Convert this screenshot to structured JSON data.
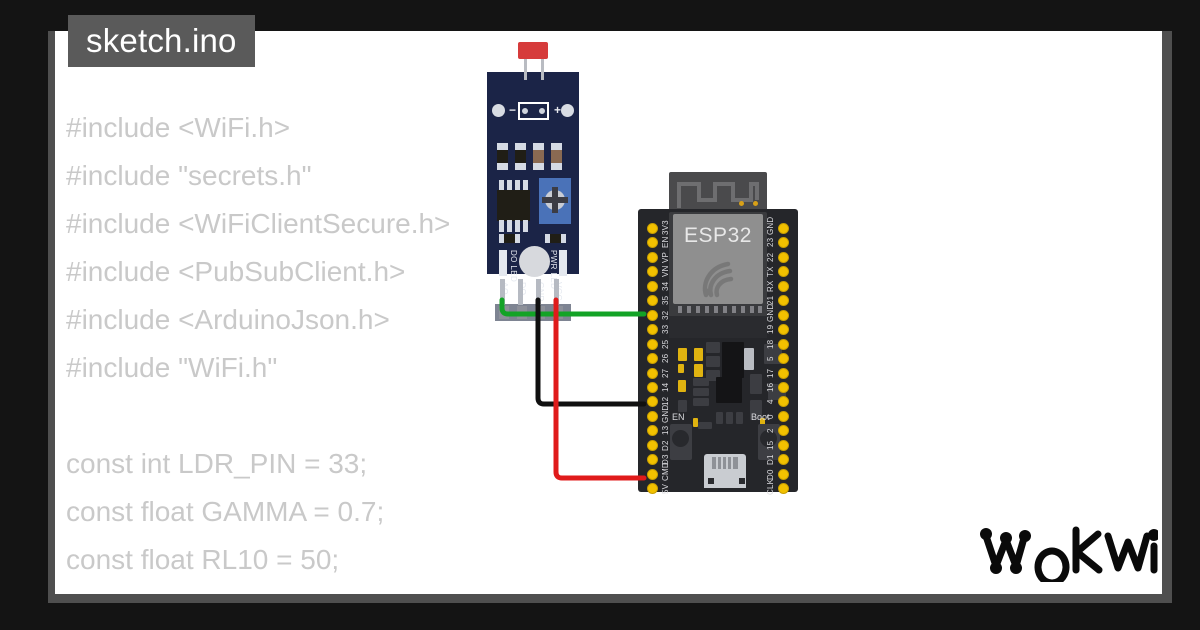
{
  "window": {
    "background_color": "#141414",
    "panel_color": "#ffffff",
    "panel_shadow_color": "#4f4f4f"
  },
  "tab": {
    "label": "sketch.ino",
    "background_color": "#5a5a5a",
    "text_color": "#ffffff"
  },
  "editor": {
    "text_color": "#c9c9c9",
    "lines": [
      "#include <WiFi.h>",
      "#include \"secrets.h\"",
      "#include <WiFiClientSecure.h>",
      "#include <PubSubClient.h>",
      "#include <ArduinoJson.h>",
      "#include \"WiFi.h\"",
      "",
      "const int LDR_PIN = 33;",
      "const float GAMMA = 0.7;",
      "const float RL10 = 50;"
    ]
  },
  "ldr_module": {
    "name": "ldr-photoresistor-module",
    "pcb_color": "#1b2447",
    "sensor_color": "#d63b3b",
    "pot_color": "#4a72b8",
    "polarity_minus": "−",
    "polarity_plus": "+",
    "led_labels": [
      "DO\nLED",
      "PWR\nLED"
    ],
    "led_label_do": "DO LED",
    "led_label_pwr": "PWR LED",
    "pins": [
      "AO",
      "DO",
      "GND",
      "VCC"
    ]
  },
  "esp32": {
    "name": "esp32-devkit-v1",
    "module_label": "ESP32",
    "pcb_color": "#25262a",
    "shield_color": "#8f8f8f",
    "pad_color": "#f2c100",
    "left_pins": [
      "3V3",
      "EN",
      "VP",
      "VN",
      "34",
      "35",
      "32",
      "33",
      "25",
      "26",
      "27",
      "14",
      "12",
      "GND",
      "13",
      "D2",
      "D3",
      "CMD",
      "5V"
    ],
    "right_pins": [
      "GND",
      "23",
      "22",
      "TX",
      "RX",
      "21",
      "GND",
      "19",
      "18",
      "5",
      "17",
      "16",
      "4",
      "0",
      "2",
      "15",
      "D1",
      "D0",
      "CLK"
    ],
    "buttons": [
      {
        "label": "EN"
      },
      {
        "label": "Boot"
      }
    ]
  },
  "connections": [
    {
      "name": "signal-wire",
      "from": "AO",
      "to": "33",
      "color": "#13a326"
    },
    {
      "name": "ground-wire",
      "from": "GND",
      "to": "GND",
      "color": "#101010"
    },
    {
      "name": "power-wire",
      "from": "VCC",
      "to": "5V",
      "color": "#e01b1b"
    }
  ],
  "logo": {
    "text": "WOKWI",
    "color": "#0a0a0a"
  }
}
